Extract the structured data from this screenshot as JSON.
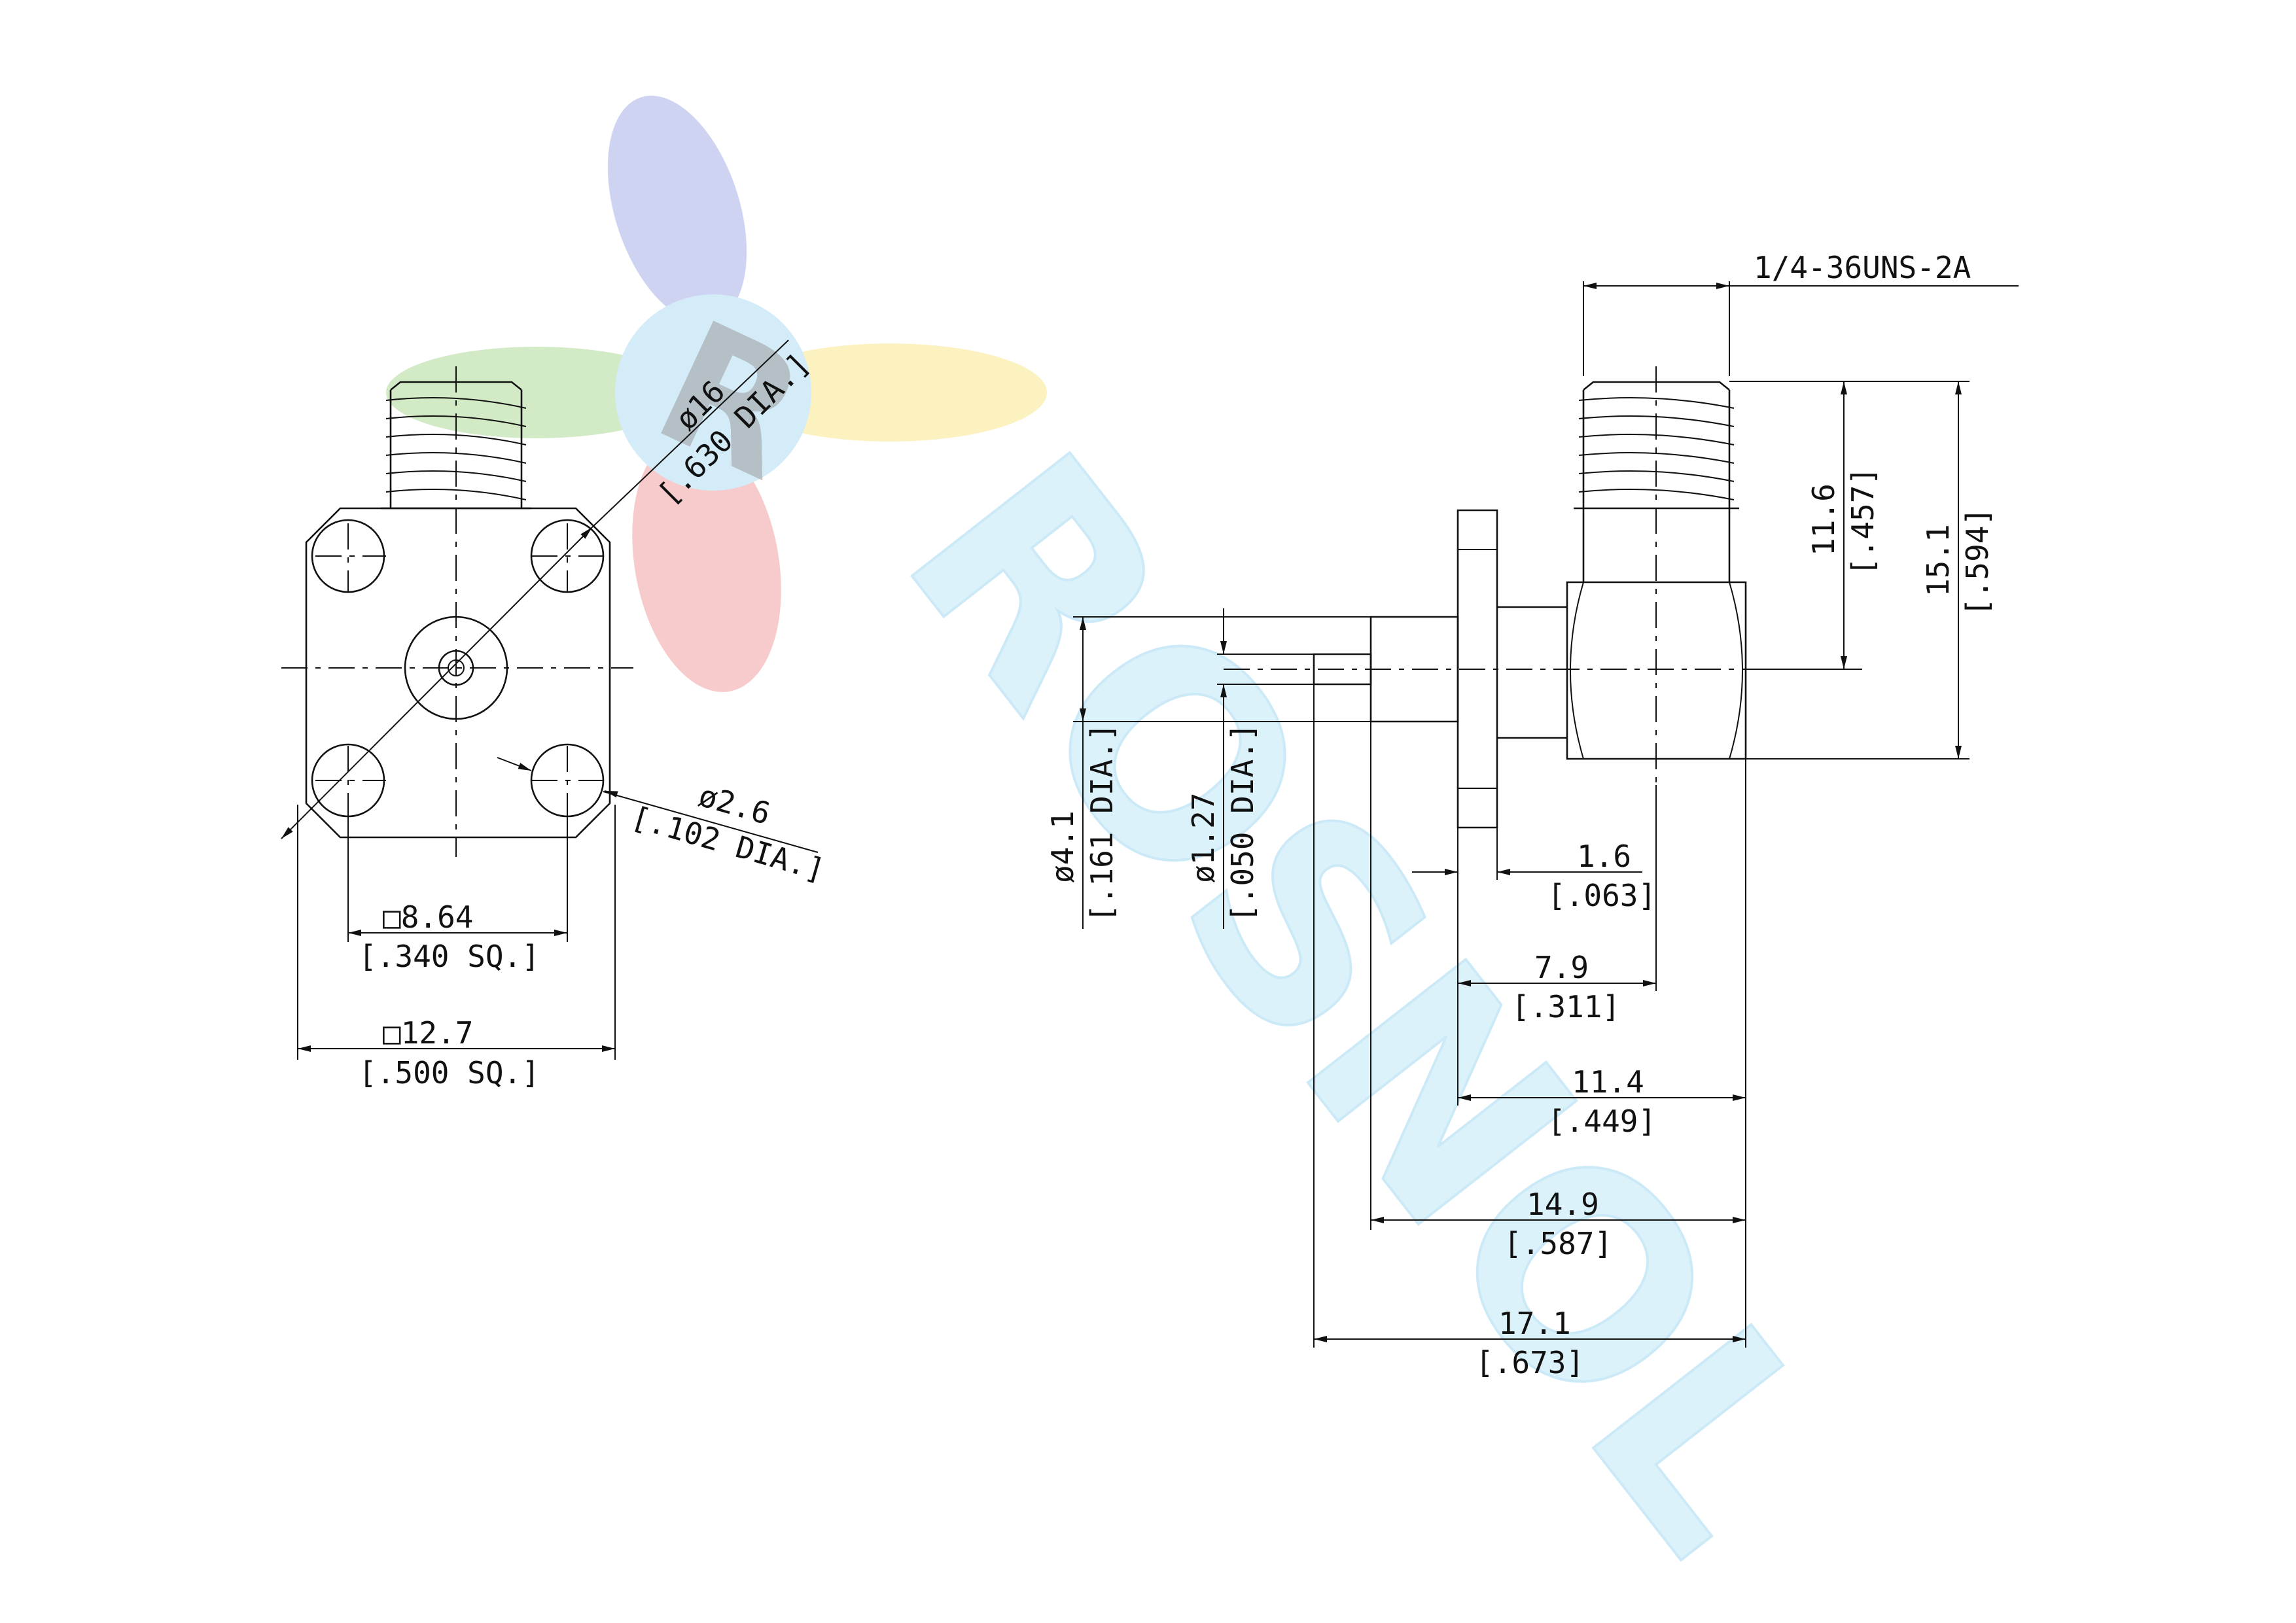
{
  "watermark": {
    "logo_letter": "R",
    "brand_text": "ROSNOL",
    "colors": {
      "blue": "#c9cef0",
      "green": "#cfe8c0",
      "yellow": "#fbf1b8",
      "red": "#f6c6c6",
      "cyan": "#d6f0fb"
    }
  },
  "front_view": {
    "bolt_circle": {
      "value": "ø16",
      "inch": "[.630 DIA.]"
    },
    "hole": {
      "value": "ø2.6",
      "inch": "[.102 DIA.]"
    },
    "hole_spacing": {
      "value": "□8.64",
      "inch": "[.340 SQ.]"
    },
    "flange_size": {
      "value": "□12.7",
      "inch": "[.500 SQ.]"
    }
  },
  "side_view": {
    "thread": "1/4-36UNS-2A",
    "height_thread": {
      "value": "11.6",
      "inch": "[.457]"
    },
    "height_total": {
      "value": "15.1",
      "inch": "[.594]"
    },
    "dielectric_dia": {
      "value": "ø4.1",
      "inch": "[.161 DIA.]"
    },
    "pin_dia": {
      "value": "ø1.27",
      "inch": "[.050 DIA.]"
    },
    "flange_thk": {
      "value": "1.6",
      "inch": "[.063]"
    },
    "len_1": {
      "value": "7.9",
      "inch": "[.311]"
    },
    "len_2": {
      "value": "11.4",
      "inch": "[.449]"
    },
    "len_3": {
      "value": "14.9",
      "inch": "[.587]"
    },
    "len_4": {
      "value": "17.1",
      "inch": "[.673]"
    }
  }
}
